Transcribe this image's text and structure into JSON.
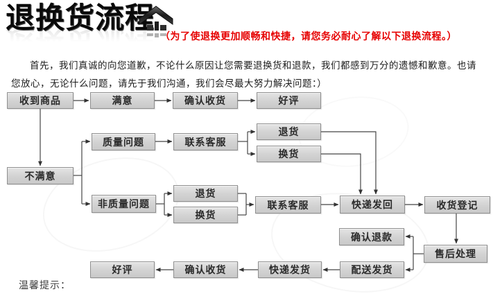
{
  "header": {
    "title": "退换货流程",
    "note": "（为了使退换更加顺畅和快捷，请您务必耐心了解以下退换流程。）",
    "logo_icon": "home-arrow-icon"
  },
  "intro": {
    "text": "首先，我们真诚的向您道歉，不论什么原因让您需要退换货和退款，我们都感到万分的遗憾和歉意。也请您放心，无论什么问题，请先于我们沟通，我们会尽最大努力解决问题：）"
  },
  "footer": {
    "tip": "温馨提示："
  },
  "colors": {
    "note_red": "#e60000",
    "title_black": "#0a0a0a",
    "box_fill": "#d6d6d6",
    "box_border": "#8f8f8f",
    "connector_line": "#454545",
    "background": "#ffffff"
  },
  "flowchart": {
    "nodes": [
      {
        "id": "received-goods",
        "label": "收到商品"
      },
      {
        "id": "satisfied",
        "label": "满意"
      },
      {
        "id": "confirm-receipt-top",
        "label": "确认收货"
      },
      {
        "id": "good-review-top",
        "label": "好评"
      },
      {
        "id": "quality-issue",
        "label": "质量问题"
      },
      {
        "id": "contact-service-1",
        "label": "联系客服"
      },
      {
        "id": "return-goods-right",
        "label": "退货"
      },
      {
        "id": "exchange-goods-right",
        "label": "换货"
      },
      {
        "id": "unsatisfied",
        "label": "不满意"
      },
      {
        "id": "non-quality-issue",
        "label": "非质量问题"
      },
      {
        "id": "return-goods-mid",
        "label": "退货"
      },
      {
        "id": "exchange-goods-mid",
        "label": "换货"
      },
      {
        "id": "contact-service-2",
        "label": "联系客服"
      },
      {
        "id": "express-send-back",
        "label": "快递发回"
      },
      {
        "id": "receipt-registration",
        "label": "收货登记"
      },
      {
        "id": "confirm-refund",
        "label": "确认退款"
      },
      {
        "id": "after-sales-handling",
        "label": "售后处理"
      },
      {
        "id": "dispatch-shipment",
        "label": "配送发货"
      },
      {
        "id": "express-shipment",
        "label": "快递发货"
      },
      {
        "id": "confirm-receipt-bottom",
        "label": "确认收货"
      },
      {
        "id": "good-review-bottom",
        "label": "好评"
      }
    ]
  }
}
